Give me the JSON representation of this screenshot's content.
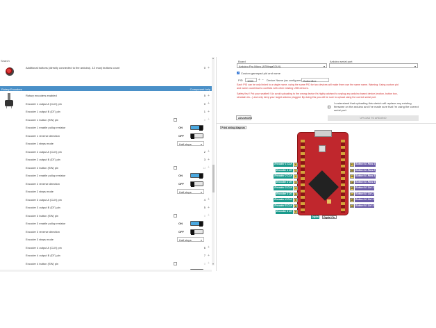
{
  "left": {
    "search_label": "Search",
    "additional_buttons_label": "Additional buttons (directly connected to the arduino). 12 max) buttons count",
    "additional_buttons_value": "0",
    "section_title": "Rotary Encoders",
    "section_right": "Component help",
    "rows": [
      {
        "label": "Rotary encoders enabled",
        "kind": "num",
        "value": "5"
      },
      {
        "label": "Encoder 1 output A (CLK) pin",
        "kind": "num",
        "value": "0"
      },
      {
        "label": "Encoder 1 output B (DT) pin",
        "kind": "num",
        "value": "1"
      },
      {
        "label": "Encoder 1 button (SW) pin",
        "kind": "numchk",
        "value": "0"
      },
      {
        "label": "Encoder 1 enable pullup resistor",
        "kind": "on",
        "value": "ON"
      },
      {
        "label": "Encoder 1 reverse direction",
        "kind": "off",
        "value": "OFF"
      },
      {
        "label": "Encoder 1 steps mode",
        "kind": "sel",
        "value": "Half steps"
      },
      {
        "label": "Encoder 2 output A (CLK) pin",
        "kind": "num",
        "value": "2"
      },
      {
        "label": "Encoder 2 output B (DT) pin",
        "kind": "num",
        "value": "3"
      },
      {
        "label": "Encoder 2 button (SW) pin",
        "kind": "numchk",
        "value": "12"
      },
      {
        "label": "Encoder 2 enable pullup resistor",
        "kind": "on",
        "value": "ON"
      },
      {
        "label": "Encoder 2 reverse direction",
        "kind": "off",
        "value": "OFF"
      },
      {
        "label": "Encoder 2 steps mode",
        "kind": "sel",
        "value": "Half steps"
      },
      {
        "label": "Encoder 3 output A (CLK) pin",
        "kind": "num",
        "value": "4"
      },
      {
        "label": "Encoder 3 output B (DT) pin",
        "kind": "num",
        "value": "5"
      },
      {
        "label": "Encoder 3 button (SW) pin",
        "kind": "numchk",
        "value": "0"
      },
      {
        "label": "Encoder 3 enable pullup resistor",
        "kind": "on",
        "value": "ON"
      },
      {
        "label": "Encoder 3 reverse direction",
        "kind": "off",
        "value": "OFF"
      },
      {
        "label": "Encoder 3 steps mode",
        "kind": "sel",
        "value": "Half steps"
      },
      {
        "label": "Encoder 4 output A (CLK) pin",
        "kind": "num",
        "value": "6"
      },
      {
        "label": "Encoder 4 output B (DT) pin",
        "kind": "num",
        "value": "7"
      },
      {
        "label": "Encoder 4 button (SW) pin",
        "kind": "numchk",
        "value": "0"
      },
      {
        "label": "Encoder 4 enable pullup resistor",
        "kind": "on",
        "value": "ON"
      }
    ]
  },
  "right": {
    "board_label": "Board",
    "board_value": "Arduino Pro Micro (ATMega32U4)",
    "port_label": "Arduino serial port",
    "custom_pid_label": "Custom gamepad pid and name",
    "pid_label": "PID",
    "pid_value": "1000",
    "device_name_label": "Device Name (as configured in sketch setup)",
    "device_name_value": "ButtonBox",
    "warn_lines": [
      "Each PID can be only linked to a single name, using the same PID for two devices will make them use the same name. Warning: Using custom pid",
      "and name could lead to conflicts with other existing USB devices.",
      "Safety first ! Put your seatbelt ! Ax avoid uploading to the wrong device it's highly advised to unplug any arduino based device (motion, button box,",
      "simdash etc...) and only keep your target arduino plugged. By doing this you will be sure to upload using the correct serial port."
    ],
    "understand_lines": [
      "I understand that uploading this sketch will replace any existing",
      "firmware on the arduino and I've made sure that I'm using the correct",
      "serial port."
    ],
    "advanced_label": "ADVANCED",
    "upload_label": "UPLOAD TO ARDUINO",
    "pin_tab_label": "Print wiring diagram",
    "left_pins": [
      {
        "label": "Encoder 1 CLK",
        "num": "0"
      },
      {
        "label": "Encoder 1 DT",
        "num": "1"
      },
      {
        "label": "Encoder 2 CLK",
        "num": "2"
      },
      {
        "label": "Encoder 2 DT",
        "num": "3"
      },
      {
        "label": "Encoder 3 CLK",
        "num": "4"
      },
      {
        "label": "Encoder 3 DT",
        "num": "5"
      },
      {
        "label": "Encoder 4 CLK",
        "num": "6"
      },
      {
        "label": "Encoder 5 CLK",
        "num": "8"
      },
      {
        "label": "Encoder 5 DT",
        "num": "9"
      }
    ],
    "right_pins": [
      {
        "label": "Button M. Row 1",
        "num": "21"
      },
      {
        "label": "Button M. Row 2",
        "num": "20"
      },
      {
        "label": "Button M. Row 3",
        "num": "19"
      },
      {
        "label": "Button M. Row 4",
        "num": "18"
      },
      {
        "label": "Button M. Col 1",
        "num": "15"
      },
      {
        "label": "Button M. Col 2",
        "num": "14"
      },
      {
        "label": "Button M. Col 3",
        "num": "16"
      },
      {
        "label": "Button M. Col 4",
        "num": "10"
      }
    ],
    "legend_digital": "Digital",
    "legend_digital_num": "Digital Pin"
  }
}
